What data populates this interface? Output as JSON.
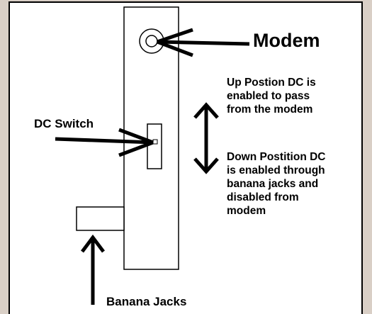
{
  "labels": {
    "modem": "Modem",
    "dc_switch": "DC Switch",
    "banana_jacks": "Banana Jacks"
  },
  "notes": {
    "up": [
      "Up Postion DC is",
      "enabled to pass",
      "from the modem"
    ],
    "down": [
      "Down Postition DC",
      "is enabled through",
      "banana jacks and",
      "disabled from",
      "modem"
    ]
  },
  "colors": {
    "background": "#d9cfc6",
    "panel": "#ffffff",
    "ink": "#000000"
  }
}
